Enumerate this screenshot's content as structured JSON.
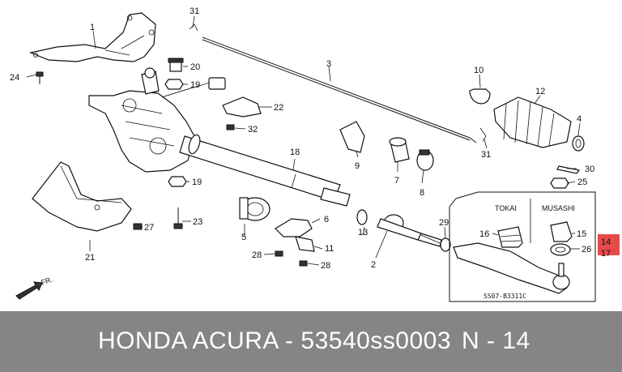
{
  "callouts": [
    {
      "id": "c1",
      "text": "1"
    },
    {
      "id": "c2",
      "text": "2"
    },
    {
      "id": "c3",
      "text": "3"
    },
    {
      "id": "c4",
      "text": "4"
    },
    {
      "id": "c5",
      "text": "5"
    },
    {
      "id": "c6",
      "text": "6"
    },
    {
      "id": "c7",
      "text": "7"
    },
    {
      "id": "c8",
      "text": "8"
    },
    {
      "id": "c9",
      "text": "9"
    },
    {
      "id": "c10",
      "text": "10"
    },
    {
      "id": "c11",
      "text": "11"
    },
    {
      "id": "c12",
      "text": "12"
    },
    {
      "id": "c13",
      "text": "13"
    },
    {
      "id": "c14",
      "text": "14"
    },
    {
      "id": "c15",
      "text": "15"
    },
    {
      "id": "c16",
      "text": "16"
    },
    {
      "id": "c17",
      "text": "17"
    },
    {
      "id": "c18",
      "text": "18"
    },
    {
      "id": "c19a",
      "text": "19"
    },
    {
      "id": "c19b",
      "text": "19"
    },
    {
      "id": "c20",
      "text": "20"
    },
    {
      "id": "c21",
      "text": "21"
    },
    {
      "id": "c22",
      "text": "22"
    },
    {
      "id": "c23",
      "text": "23"
    },
    {
      "id": "c24",
      "text": "24"
    },
    {
      "id": "c25",
      "text": "25"
    },
    {
      "id": "c26",
      "text": "26"
    },
    {
      "id": "c27",
      "text": "27"
    },
    {
      "id": "c28a",
      "text": "28"
    },
    {
      "id": "c28b",
      "text": "28"
    },
    {
      "id": "c29",
      "text": "29"
    },
    {
      "id": "c30",
      "text": "30"
    },
    {
      "id": "c31a",
      "text": "31"
    },
    {
      "id": "c31b",
      "text": "31"
    },
    {
      "id": "c32",
      "text": "32"
    }
  ],
  "labels": {
    "tokai": "TOKAI",
    "musashi": "MUSASHI",
    "drawing_code": "SS07-B3311C",
    "front_arrow": "FR."
  },
  "highlight": {
    "color": "#e84a4a"
  },
  "footer": {
    "title": "HONDA ACURA - 53540ss0003",
    "ref": "N - 14",
    "background": "#858585"
  }
}
